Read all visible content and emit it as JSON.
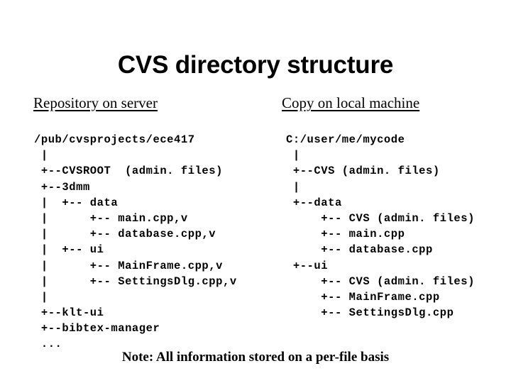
{
  "slide": {
    "title": "CVS directory structure",
    "background_color": "#ffffff",
    "text_color": "#000000"
  },
  "columns": {
    "left": {
      "heading": "Repository on server",
      "lines": [
        "/pub/cvsprojects/ece417",
        " |",
        " +--CVSROOT  (admin. files)",
        " +--3dmm",
        " |  +-- data",
        " |      +-- main.cpp,v",
        " |      +-- database.cpp,v",
        " |  +-- ui",
        " |      +-- MainFrame.cpp,v",
        " |      +-- SettingsDlg.cpp,v",
        " |",
        " +--klt-ui",
        " +--bibtex-manager",
        " ..."
      ]
    },
    "right": {
      "heading": "Copy on local machine",
      "lines": [
        "C:/user/me/mycode",
        " |",
        " +--CVS (admin. files)",
        " |",
        " +--data",
        "     +-- CVS (admin. files)",
        "     +-- main.cpp",
        "     +-- database.cpp",
        " +--ui",
        "     +-- CVS (admin. files)",
        "     +-- MainFrame.cpp",
        "     +-- SettingsDlg.cpp"
      ]
    }
  },
  "footer": {
    "note": "Note:  All information stored on a per-file basis"
  }
}
